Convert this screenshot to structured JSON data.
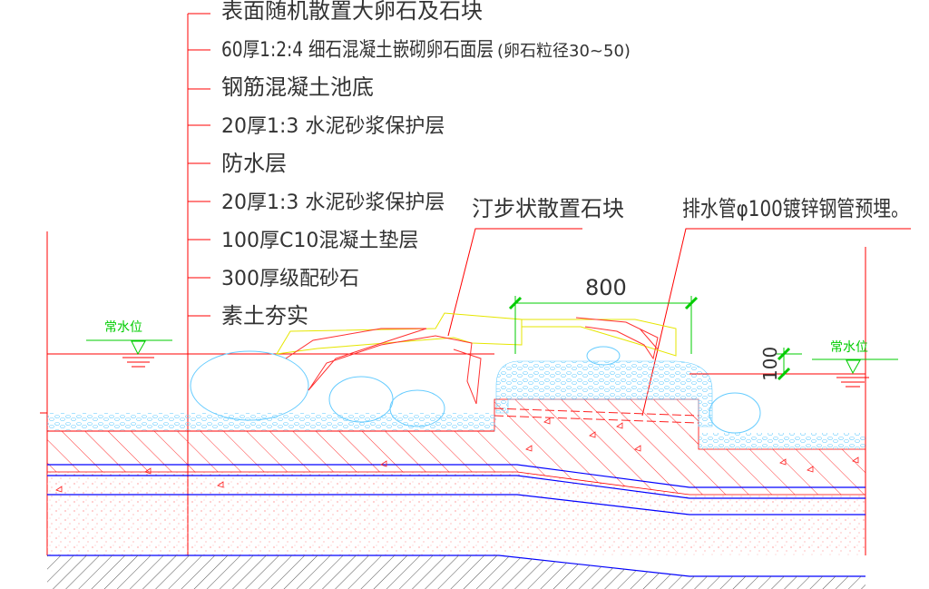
{
  "layer_labels": [
    "表面随机散置大卵石及石块",
    "60厚1:2:4 细石混凝土嵌砌卵石面层",
    "钢筋混凝土池底",
    "20厚1:3 水泥砂浆保护层",
    "防水层",
    "20厚1:3 水泥砂浆保护层",
    "100厚C10混凝土垫层",
    "300厚级配砂石",
    "素土夯实"
  ],
  "pebble_size_note": "(卵石粒径30~50)",
  "callouts": {
    "stepping_stones": "汀步状散置石块",
    "drain_pipe": "排水管φ100镀锌钢管预埋。"
  },
  "dimensions": {
    "width_label": "800",
    "height_label": "100"
  },
  "water_level": {
    "left": "常水位",
    "right": "常水位"
  },
  "colors": {
    "leader_red": "#ff0000",
    "layer_blue": "#0000ff",
    "dim_green": "#00cc00",
    "stone_yellow": "#e6e600",
    "pebble_cyan": "#00bfff",
    "hatch_red": "#ff2020",
    "ground_hatch": "#555555"
  }
}
